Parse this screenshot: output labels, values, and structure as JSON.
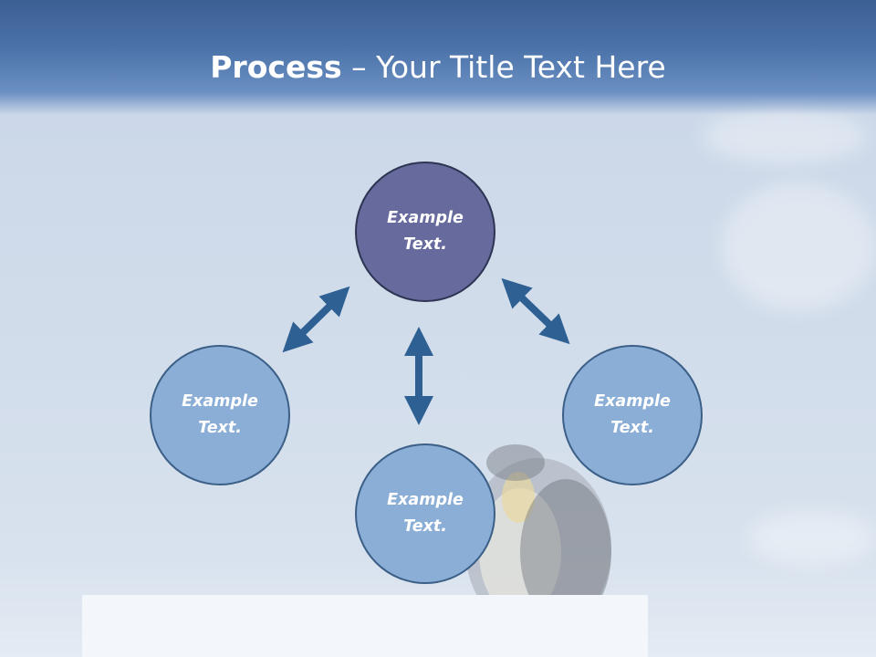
{
  "title": {
    "bold": "Process",
    "rest": " – Your Title Text Here"
  },
  "nodes": {
    "top": {
      "line1": "Example",
      "line2": "Text."
    },
    "left": {
      "line1": "Example",
      "line2": "Text."
    },
    "right": {
      "line1": "Example",
      "line2": "Text."
    },
    "bottom": {
      "line1": "Example",
      "line2": "Text."
    }
  },
  "colors": {
    "top_node": "#666a9d",
    "side_nodes": "#8baed6",
    "arrows": "#2f6093"
  },
  "icons": {
    "arrow_left": "double-headed-arrow-icon",
    "arrow_center": "double-headed-arrow-icon",
    "arrow_right": "double-headed-arrow-icon"
  }
}
